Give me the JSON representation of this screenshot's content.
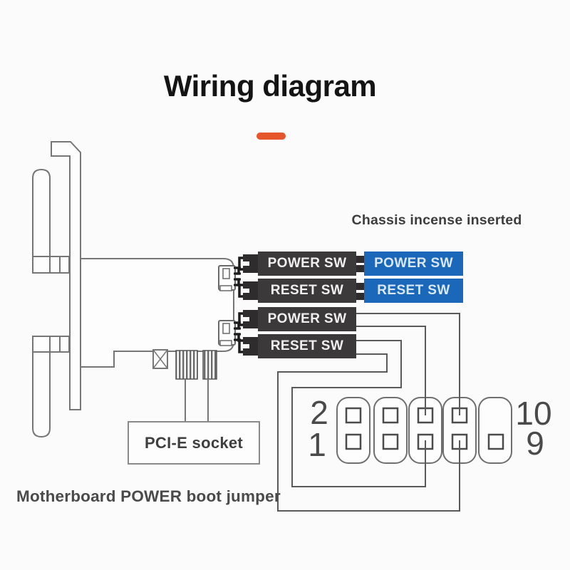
{
  "title": "Wiring diagram",
  "chassis_section": {
    "note": "Chassis incense inserted",
    "connectors": [
      {
        "label": "POWER SW"
      },
      {
        "label": "RESET SW"
      }
    ]
  },
  "card": {
    "connectors": [
      {
        "label": "POWER SW"
      },
      {
        "label": "RESET SW"
      },
      {
        "label": "POWER SW"
      },
      {
        "label": "RESET SW"
      }
    ],
    "socket_label": "PCI-E socket"
  },
  "jumper": {
    "caption": "Motherboard POWER boot jumper",
    "pin_labels": {
      "top_left": "2",
      "bottom_left": "1",
      "top_right": "10",
      "bottom_right": "9"
    }
  },
  "colors": {
    "accent_orange": "#e5562b",
    "connector_dark": "#3c393a",
    "connector_blue": "#1b67ba",
    "line_gray": "#767676",
    "wire_gray": "#5a5a5a",
    "wire_black": "#1d1c1c"
  }
}
